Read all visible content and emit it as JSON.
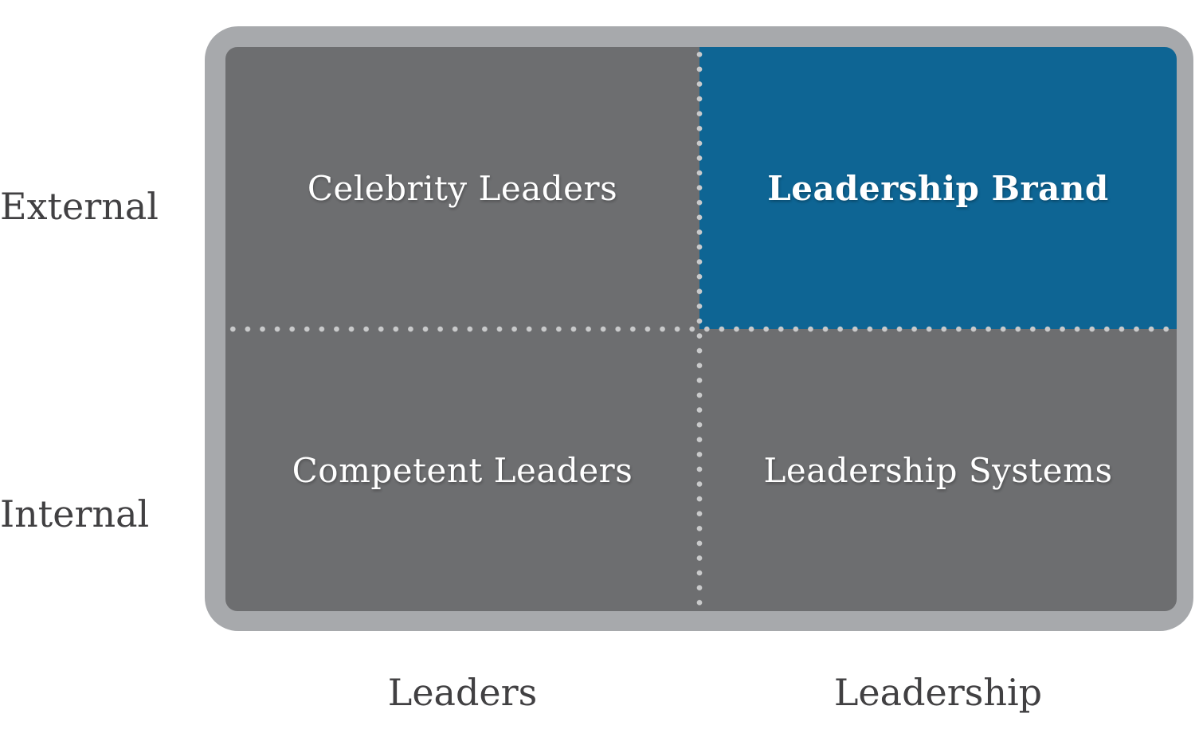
{
  "diagram": {
    "type": "2x2-matrix",
    "quadrants": {
      "top_left": {
        "label": "Celebrity Leaders",
        "emphasis": false
      },
      "top_right": {
        "label": "Leadership Brand",
        "emphasis": true
      },
      "bottom_left": {
        "label": "Competent Leaders",
        "emphasis": false
      },
      "bottom_right": {
        "label": "Leadership Systems",
        "emphasis": false
      }
    },
    "row_labels": {
      "top": "External",
      "bottom": "Internal"
    },
    "column_labels": {
      "left": "Leaders",
      "right": "Leadership"
    }
  },
  "colors": {
    "frame": "#a7a9ac",
    "quadrant": "#6d6e70",
    "accent": "#0e6594",
    "dots": "#c9cacb",
    "label_text": "#414042",
    "quadrant_text": "#ffffff",
    "page_bg": "#ffffff"
  }
}
